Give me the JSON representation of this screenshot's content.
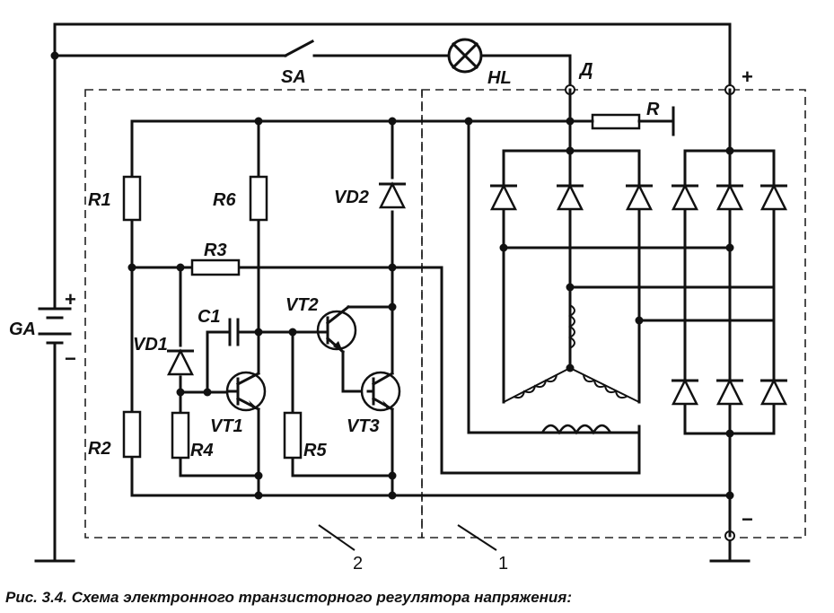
{
  "labels": {
    "SA": "SA",
    "HL": "HL",
    "D": "Д",
    "R": "R",
    "plus": "+",
    "minus": "−",
    "GA": "GA",
    "ga_plus": "+",
    "ga_minus": "−",
    "R1": "R1",
    "R2": "R2",
    "R3": "R3",
    "R4": "R4",
    "R5": "R5",
    "R6": "R6",
    "C1": "C1",
    "VD1": "VD1",
    "VD2": "VD2",
    "VT1": "VT1",
    "VT2": "VT2",
    "VT3": "VT3",
    "block1": "1",
    "block2": "2"
  },
  "caption": "Рис. 3.4. Схема электронного транзисторного регулятора напряжения:"
}
